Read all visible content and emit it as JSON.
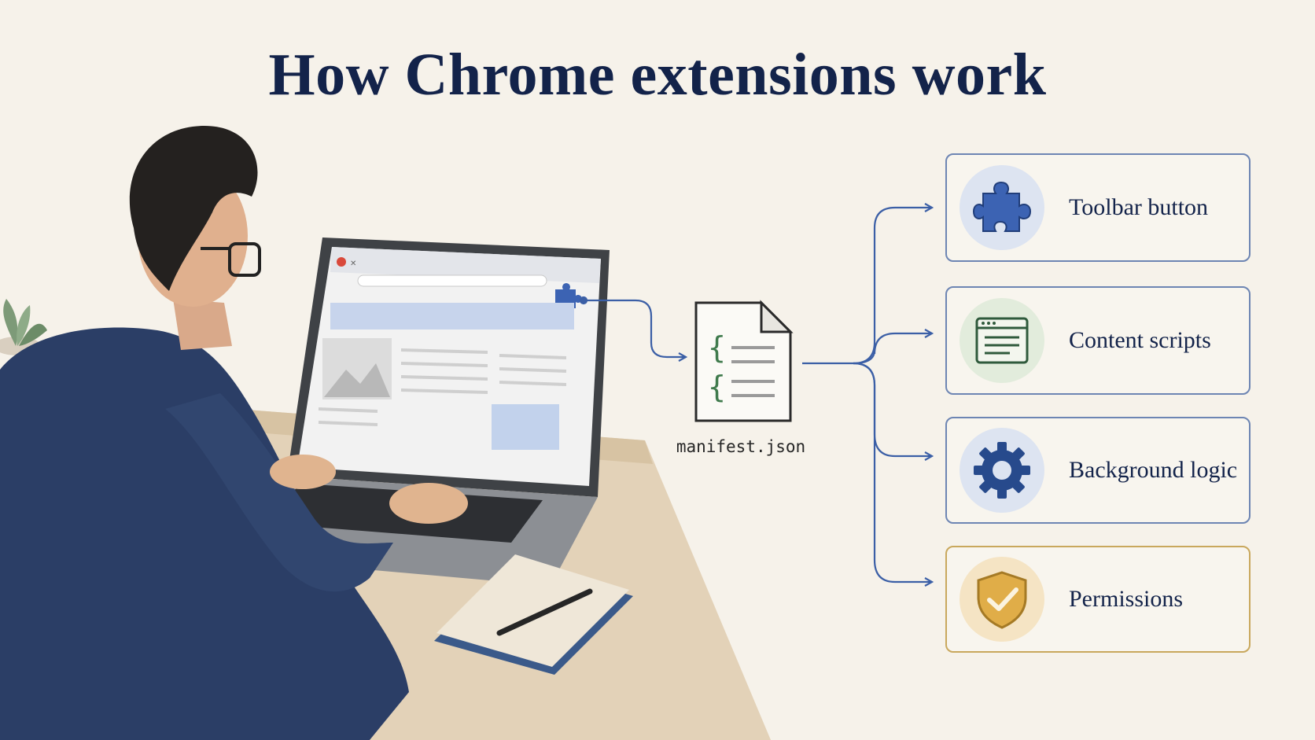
{
  "title": "How Chrome extensions work",
  "manifest": {
    "filename": "manifest.json",
    "icon": "json-file-icon"
  },
  "components": [
    {
      "label": "Toolbar button",
      "icon": "puzzle-icon",
      "circle_color": "#dde4f1",
      "icon_color": "#3c63b3"
    },
    {
      "label": "Content scripts",
      "icon": "browser-window-icon",
      "circle_color": "#e2ecdc",
      "icon_color": "#2f5a3c"
    },
    {
      "label": "Background logic",
      "icon": "gear-icon",
      "circle_color": "#dde4f1",
      "icon_color": "#274a8c"
    },
    {
      "label": "Permissions",
      "icon": "shield-check-icon",
      "circle_color": "#f5e4c4",
      "icon_color": "#d9a53c"
    }
  ],
  "colors": {
    "title": "#13234a",
    "connector": "#3b5fa6",
    "card_border": "#6d85b3",
    "permissions_border": "#c9a85d"
  }
}
